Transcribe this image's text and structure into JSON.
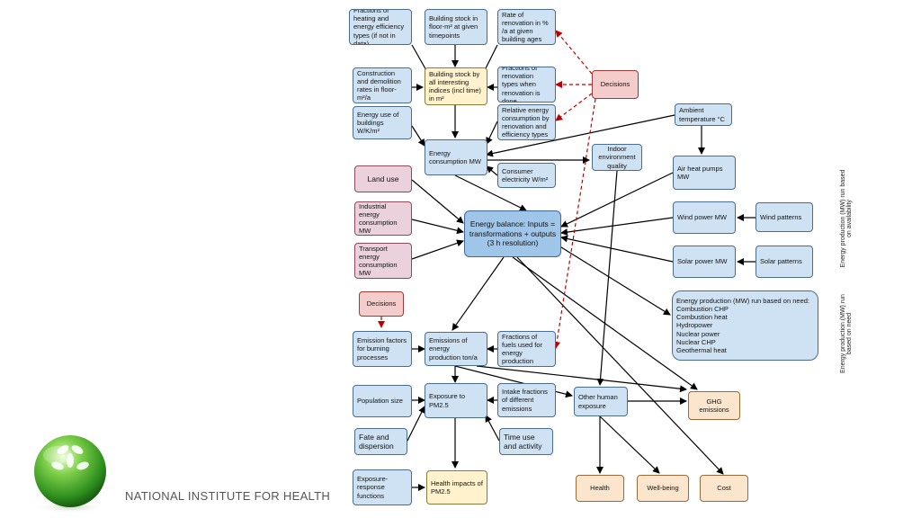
{
  "nodes": {
    "fractions_heating": "Fractions of heating and energy efficiency types (if not in data)",
    "building_stock_floor": "Building stock in floor-m² at given timepoints",
    "rate_renovation": "Rate of renovation in % /a at given building ages",
    "construction_rates": "Construction and demolition rates in floor-m²/a",
    "building_stock_indices": "Building stock by all interesting indices (incl time) in m²",
    "fractions_renovation": "Fractions of renovation types when renovation is done",
    "decisions_top": "Decisions",
    "energy_use_buildings": "Energy use of buildings W/K/m²",
    "relative_energy": "Relative energy consumption by renovation and efficiency types",
    "ambient_temp": "Ambient temperature °C",
    "energy_consumption": "Energy consumption MW",
    "indoor_env": "Indoor environment quality",
    "consumer_electricity": "Consumer electricity W/m²",
    "air_heat_pumps": "Air heat pumps MW",
    "land_use": "Land use",
    "industrial_energy": "Industrial energy consumption MW",
    "energy_balance": "Energy balance: Inputs = transformations + outputs (3 h resolution)",
    "wind_power": "Wind power MW",
    "wind_patterns": "Wind patterns",
    "transport_energy": "Transport energy consumption MW",
    "solar_power": "Solar power MW",
    "solar_patterns": "Solar patterns",
    "decisions_left": "Decisions",
    "energy_production_need": "Energy production (MW) run based on need:\nCombustion CHP\nCombustion heat\nHydropower\nNuclear power\nNuclear CHP\nGeothermal heat",
    "emission_factors": "Emission factors for burning processes",
    "emissions_energy": "Emissions of energy production ton/a",
    "fractions_fuels": "Fractions of fuels used for energy production",
    "population_size": "Population size",
    "exposure_pm": "Exposure to PM2.5",
    "intake_fractions": "Intake fractions of different emissions",
    "other_exposure": "Other human exposure",
    "ghg": "GHG emissions",
    "fate_dispersion": "Fate and dispersion",
    "time_use": "Time use and activity",
    "exposure_response": "Exposure-response functions",
    "health_impacts": "Health impacts of PM2.5",
    "health": "Health",
    "wellbeing": "Well-being",
    "cost": "Cost"
  },
  "side_labels": {
    "availability": "Energy production (MW) run based on availability",
    "need": "Energy production (MW) run based on need"
  },
  "logo": {
    "org_name": "NATIONAL INSTITUTE FOR HEALTH"
  }
}
